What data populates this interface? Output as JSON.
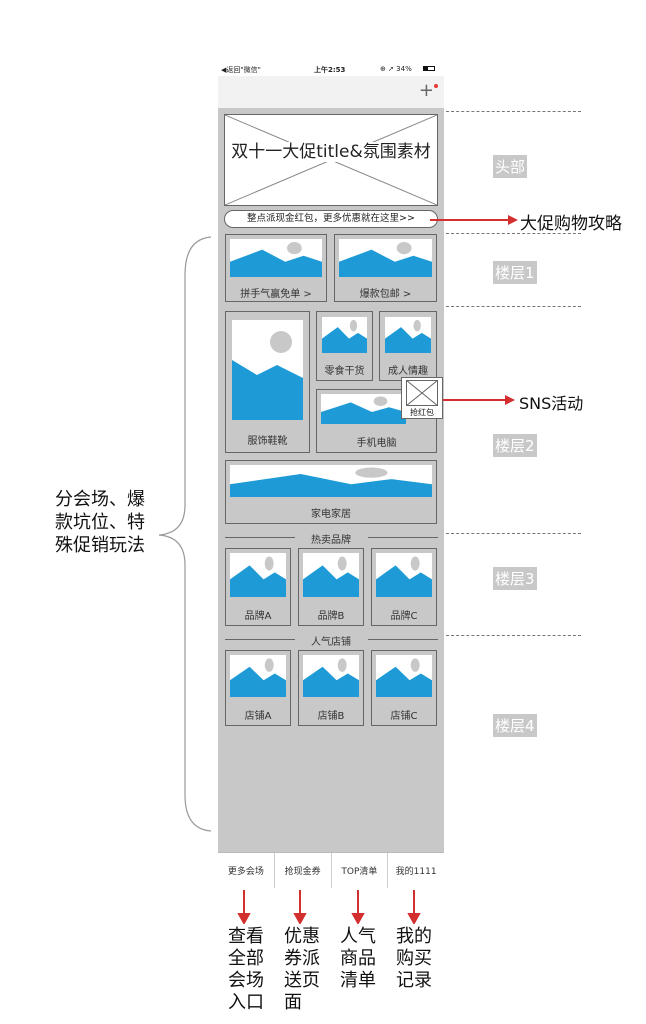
{
  "status_bar": {
    "back": "◀返回\"微信\"",
    "time": "上午2:53",
    "right": "⊕ ➚ 34%"
  },
  "header": {
    "banner": "双十一大促title&氛围素材",
    "promo_bar": "整点派现金红包，更多优惠就在这里>>"
  },
  "floor1": [
    "拼手气赢免单 >",
    "爆款包邮 >"
  ],
  "floor2": {
    "large": "服饰鞋靴",
    "small1": "零食干货",
    "small2": "成人情趣",
    "wide": "手机电脑",
    "full": "家电家居",
    "sns": "抢红包"
  },
  "floor3": {
    "title": "热卖品牌",
    "items": [
      "品牌A",
      "品牌B",
      "品牌C"
    ]
  },
  "floor4": {
    "title": "人气店铺",
    "items": [
      "店铺A",
      "店铺B",
      "店铺C"
    ]
  },
  "tabs": [
    "更多会场",
    "抢现金券",
    "TOP清单",
    "我的1111"
  ],
  "floor_labels": [
    "头部",
    "楼层1",
    "楼层2",
    "楼层3",
    "楼层4"
  ],
  "annotations": {
    "promo_guide": "大促购物攻略",
    "sns": "SNS活动",
    "left": "分会场、爆款坑位、特殊促销玩法"
  },
  "tab_notes": [
    "查看全部会场入口",
    "优惠券派送页面",
    "人气商品清单",
    "我的购买记录"
  ],
  "colors": {
    "accent_blue": "#1e9bd7",
    "arrow_red": "#d32f2f",
    "phone_bg": "#c8c8c8"
  }
}
